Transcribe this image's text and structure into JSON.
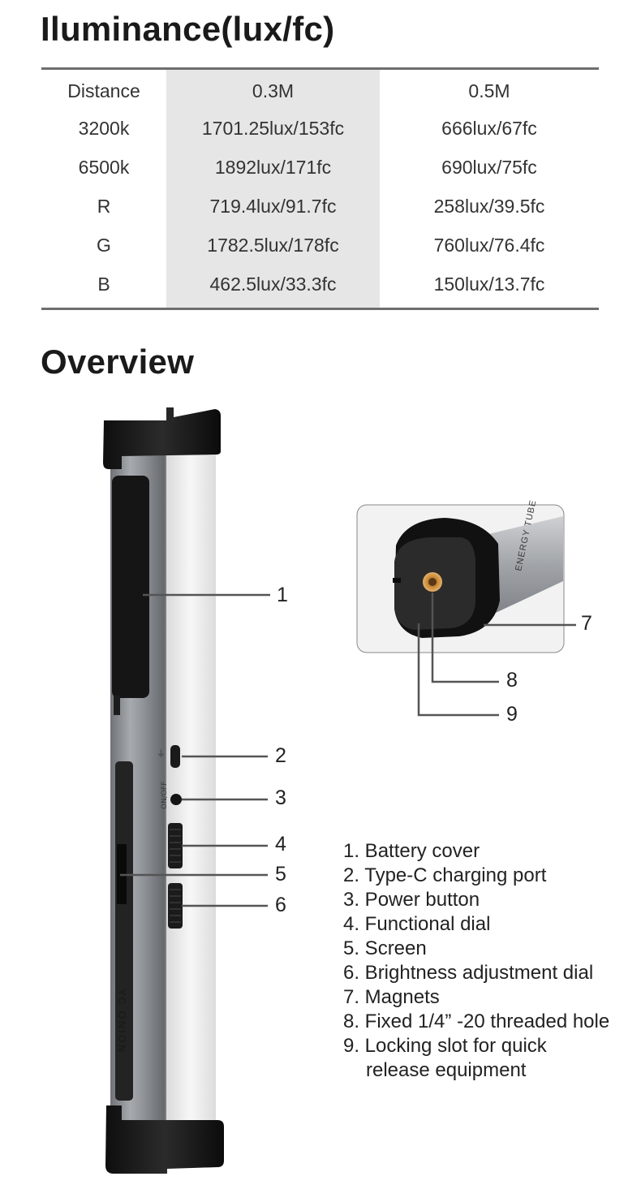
{
  "sections": {
    "illuminance_title": "Iluminance(lux/fc)",
    "overview_title": "Overview"
  },
  "table": {
    "header": [
      "Distance",
      "0.3M",
      "0.5M"
    ],
    "rows": [
      [
        "3200k",
        "1701.25lux/153fc",
        "666lux/67fc"
      ],
      [
        "6500k",
        "1892lux/171fc",
        "690lux/75fc"
      ],
      [
        "R",
        "719.4lux/91.7fc",
        "258lux/39.5fc"
      ],
      [
        "G",
        "1782.5lux/178fc",
        "760lux/76.4fc"
      ],
      [
        "B",
        "462.5lux/33.3fc",
        "150lux/13.7fc"
      ]
    ]
  },
  "product": {
    "brand_text": "YC ONION",
    "tube_text": "ENERGY TUBE"
  },
  "callouts": [
    "1",
    "2",
    "3",
    "4",
    "5",
    "6",
    "7",
    "8",
    "9"
  ],
  "legend": {
    "items": [
      "1. Battery cover",
      "2. Type-C charging port",
      "3. Power button",
      "4. Functional dial",
      "5. Screen",
      "6. Brightness adjustment dial",
      "7. Magnets",
      "8. Fixed 1/4” -20 threaded hole",
      "9. Locking slot for quick"
    ],
    "continuation": "release equipment"
  }
}
